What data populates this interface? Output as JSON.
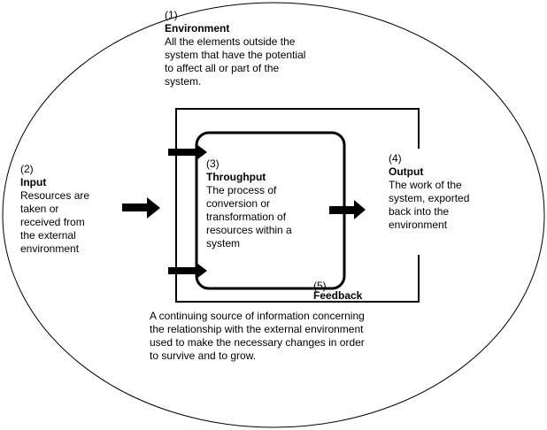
{
  "environment": {
    "number": "(1)",
    "title": "Environment",
    "lines": [
      "All the elements outside the",
      "system that have the potential",
      "to affect all or part of the",
      "system."
    ]
  },
  "input": {
    "number": "(2)",
    "title": "Input",
    "lines": [
      "Resources are",
      "taken or",
      "received from",
      "the external",
      "environment"
    ]
  },
  "throughput": {
    "number": "(3)",
    "title": "Throughput",
    "lines": [
      "The process of",
      "conversion or",
      "transformation of",
      "resources within a",
      "system"
    ]
  },
  "output": {
    "number": "(4)",
    "title": "Output",
    "lines": [
      "The work of the",
      "system, exported",
      "back into the",
      "environment"
    ]
  },
  "feedback": {
    "number": "(5)",
    "title": "Feedback",
    "lines": [
      "A continuing source of information concerning",
      "the relationship with the external environment",
      "used to make the necessary changes in order",
      "to survive and to grow."
    ]
  },
  "colors": {
    "stroke": "#000000",
    "background": "#ffffff"
  }
}
